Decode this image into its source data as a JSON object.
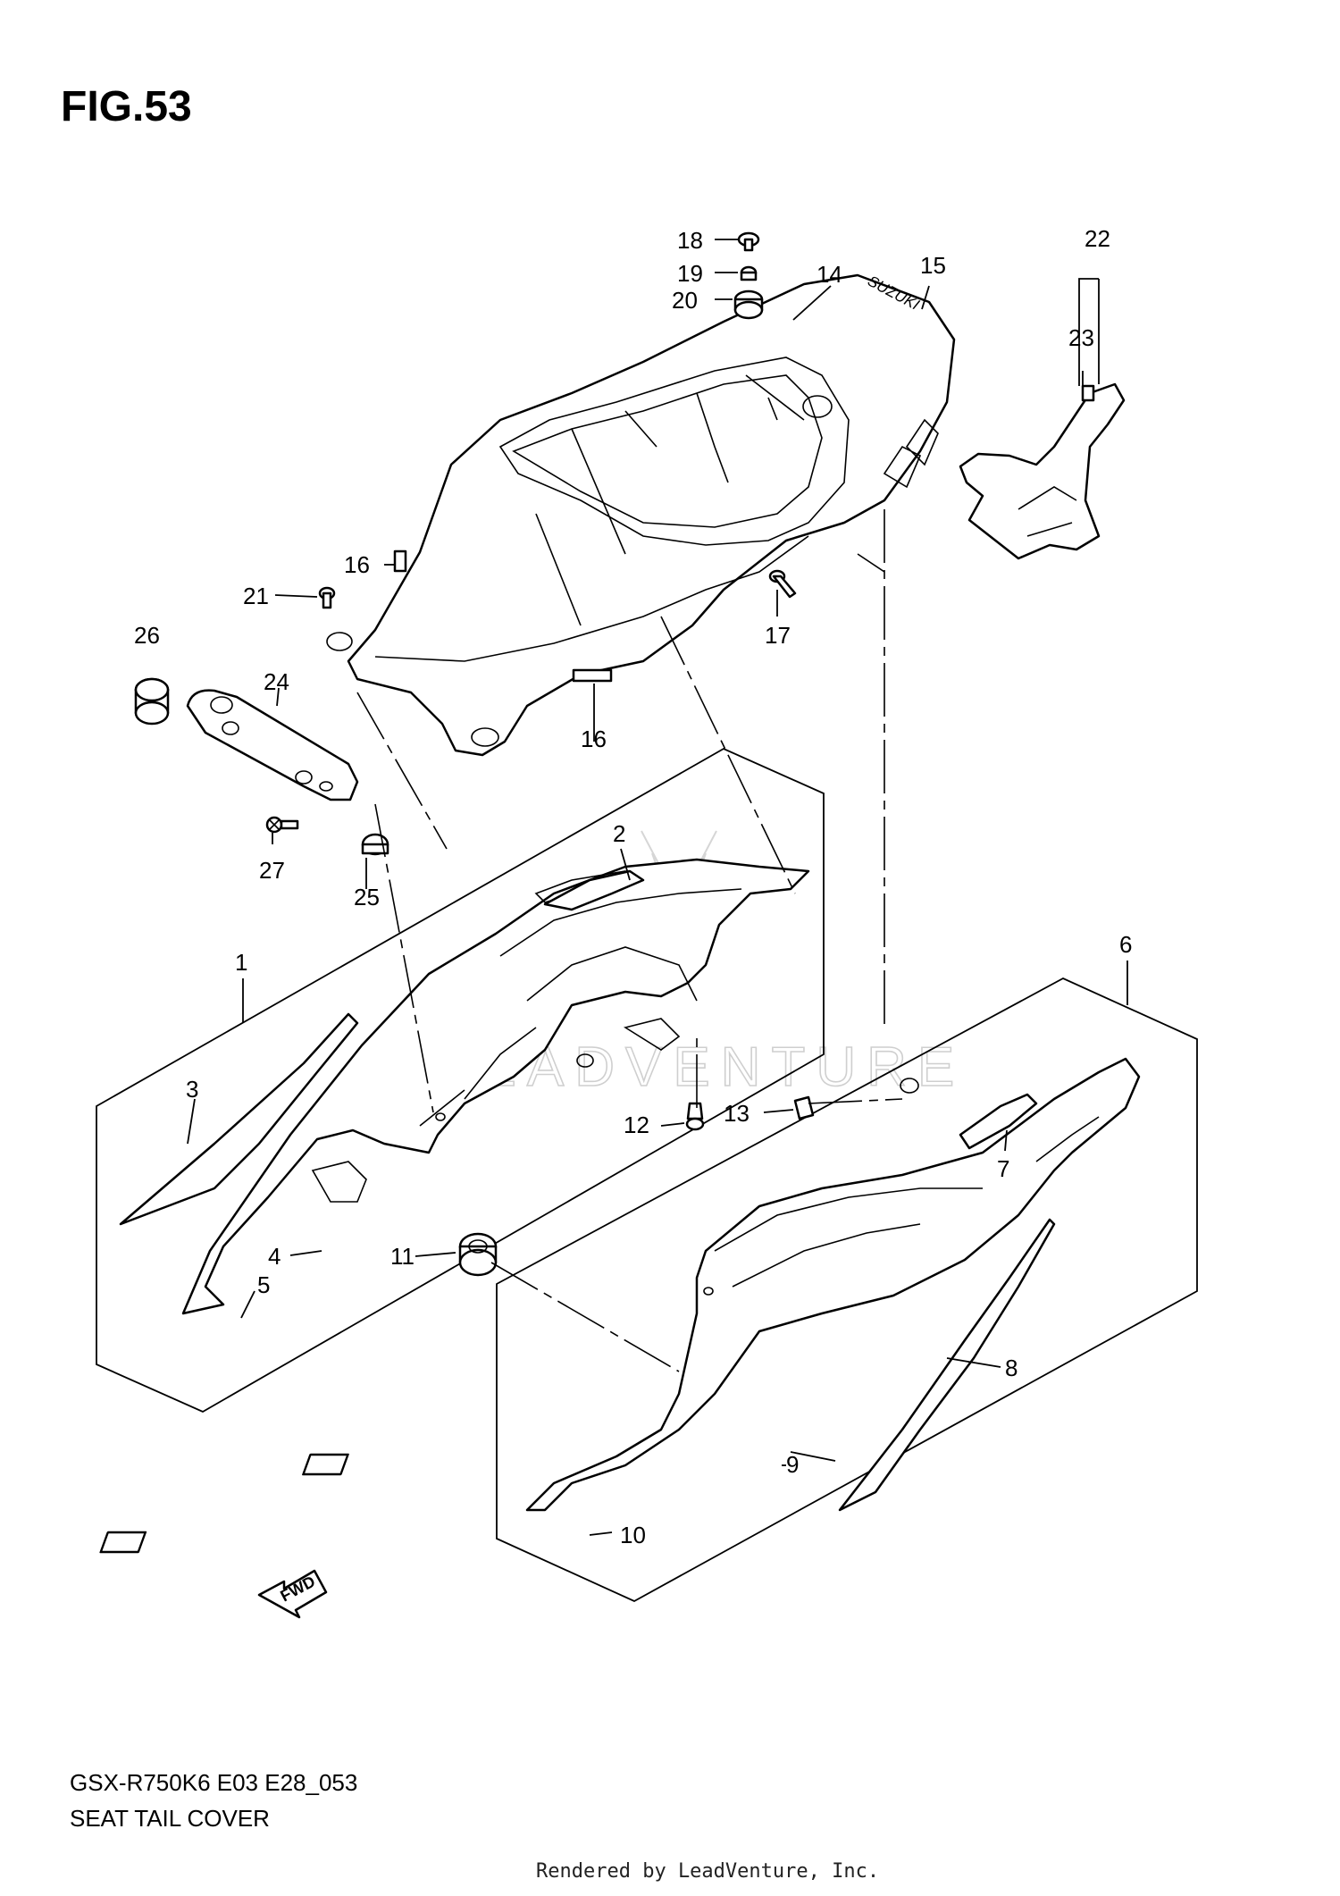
{
  "figure": {
    "title": "FIG.53",
    "model_code": "GSX-R750K6 E03 E28_053",
    "section_name": "SEAT TAIL COVER",
    "credit": "Rendered by LeadVenture, Inc.",
    "watermark": "LEADVENTURE",
    "fwd_label": "FWD",
    "brand_mark": "SUZUKI"
  },
  "callouts": {
    "c1": "1",
    "c2": "2",
    "c3": "3",
    "c4": "4",
    "c5": "5",
    "c6": "6",
    "c7": "7",
    "c8": "8",
    "c9": "9",
    "c10": "10",
    "c11": "11",
    "c12": "12",
    "c13": "13",
    "c14": "14",
    "c15": "15",
    "c16a": "16",
    "c16b": "16",
    "c17": "17",
    "c18": "18",
    "c19": "19",
    "c20": "20",
    "c21": "21",
    "c22": "22",
    "c23": "23",
    "c24": "24",
    "c25": "25",
    "c26": "26",
    "c27": "27"
  }
}
